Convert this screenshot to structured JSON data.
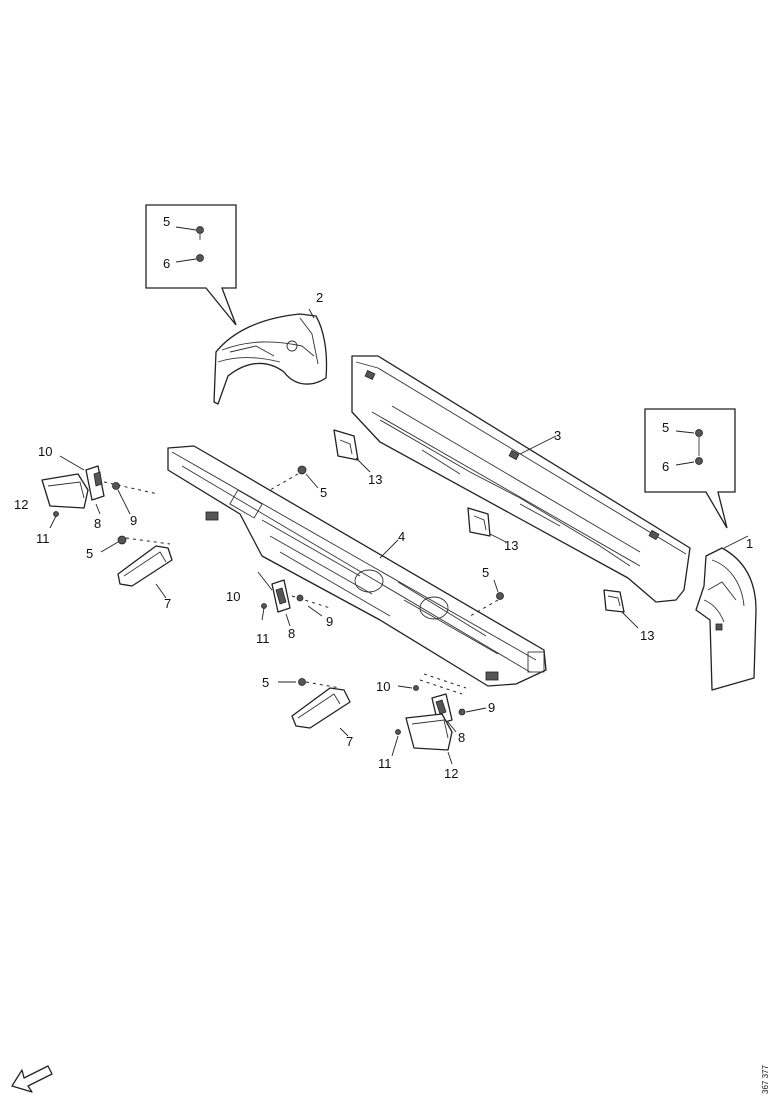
{
  "reference_code": "367 377",
  "labels": {
    "inset_left_5": "5",
    "inset_left_6": "6",
    "inset_right_5": "5",
    "inset_right_6": "6",
    "corner_left": "2",
    "corner_right": "1",
    "rear_panel": "3",
    "bumper_beam": "4",
    "bracket_a_left": "10",
    "bracket_b_left": "12",
    "bolt_left": "11",
    "bracket_c_left": "8",
    "nut_left": "9",
    "screw_left_low": "5",
    "mount_left": "7",
    "screw_beam_top": "5",
    "tab_13_a": "13",
    "tab_13_b": "13",
    "tab_13_c": "13",
    "screw_beam_right": "5",
    "bracket_a_mid": "10",
    "nut_mid": "9",
    "bolt_mid": "11",
    "bracket_c_mid": "8",
    "screw_low_mid": "5",
    "bracket_a_low": "10",
    "nut_low": "9",
    "mount_mid": "7",
    "bracket_c_low": "8",
    "bolt_low": "11",
    "bracket_b_low": "12"
  },
  "icons": {
    "direction": "direction-arrow-icon"
  }
}
